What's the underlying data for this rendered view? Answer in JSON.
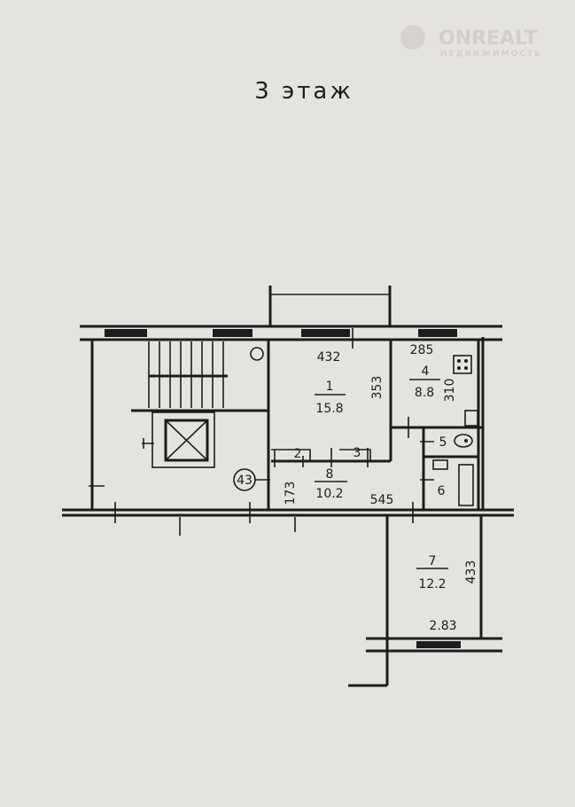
{
  "title": "3 этаж",
  "watermark": {
    "brand": "ONREALT",
    "subtitle": "НЕДВИЖИМОСТЬ"
  },
  "rooms": {
    "room1": {
      "number": "1",
      "area": "15.8",
      "width": "432",
      "depth": "353"
    },
    "room2": {
      "number": "2"
    },
    "room3": {
      "number": "3"
    },
    "room4": {
      "number": "4",
      "area": "8.8",
      "width": "285",
      "depth": "310"
    },
    "room5": {
      "number": "5"
    },
    "room6": {
      "number": "6"
    },
    "room7": {
      "number": "7",
      "area": "12.2",
      "width": "2.83",
      "depth": "433"
    },
    "room8": {
      "number": "8",
      "area": "10.2",
      "width": "545",
      "depth": "173"
    }
  },
  "apartment_number": "43"
}
